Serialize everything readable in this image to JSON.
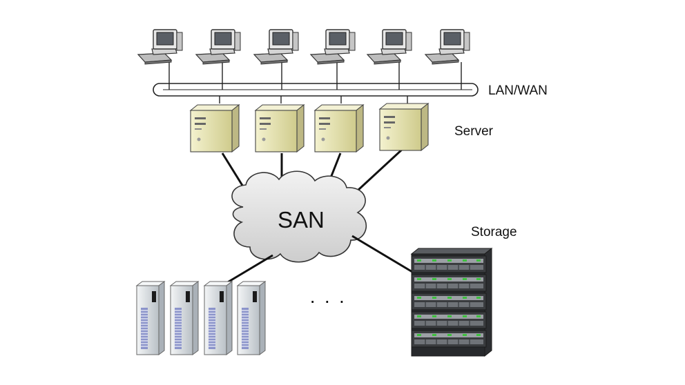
{
  "labels": {
    "network": "LAN/WAN",
    "server": "Server",
    "storage": "Storage",
    "cloud": "SAN",
    "ellipsis": "· · ·"
  },
  "colors": {
    "line": "#1a1a1a",
    "server_body": "#e9e6b4",
    "cloud_fill": "#e6e6e6",
    "tower_body": "#dfe3e6",
    "tower_vents": "#7d86c6",
    "rack_led": "#3ec03e",
    "monitor": "#e8e8e8"
  },
  "icons": [
    "workstation-icon",
    "server-icon",
    "san-cloud-icon",
    "tower-server-icon",
    "storage-rack-icon"
  ]
}
